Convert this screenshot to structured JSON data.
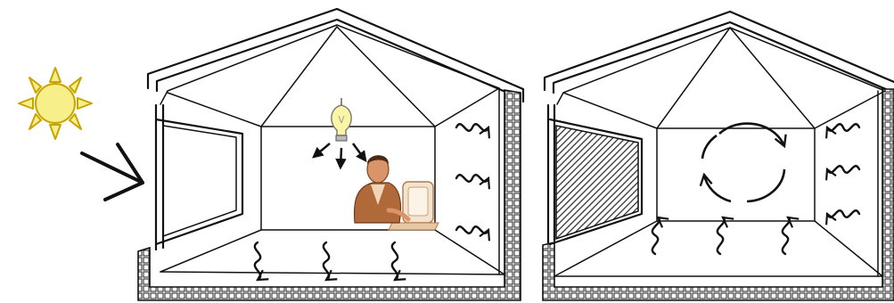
{
  "diagram": {
    "description_icons": {
      "sun": "sun-icon",
      "sun_ray_arrow": "chevron-arrow-icon",
      "lamp": "light-bulb-icon",
      "person": "person-at-computer-icon",
      "circulation": "circular-arrows-icon",
      "heat_wave": "wavy-arrow-icon"
    },
    "colors": {
      "sun_fill": "#f7ef8a",
      "sun_stroke": "#c9a300",
      "bulb_fill": "#fbf5a6",
      "wall_pattern": "#333333",
      "window_hatch": "#444444",
      "person_skin": "#d9946a",
      "person_suit": "#b06a3a"
    },
    "left_room": {
      "emitters": [
        "lamp",
        "occupant",
        "solar-gain"
      ],
      "floor_heat_arrows": 3,
      "wall_heat_arrows": 3
    },
    "right_room": {
      "shading": "shaded-window",
      "floor_heat_arrows": 3,
      "wall_heat_arrows": 3,
      "air_circulation": true
    }
  }
}
